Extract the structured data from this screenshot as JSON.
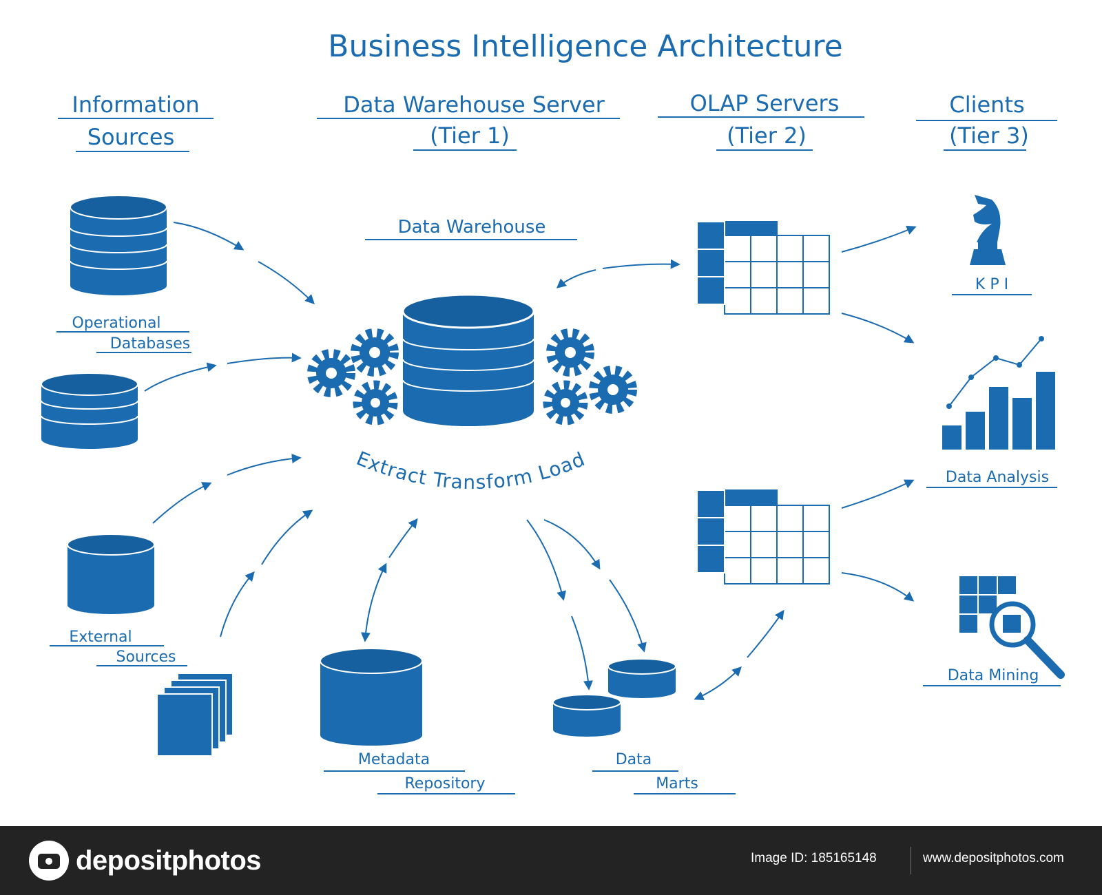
{
  "title": "Business Intelligence Architecture",
  "columns": {
    "sources": {
      "line1": "Information",
      "line2": "Sources"
    },
    "warehouse": {
      "line1": "Data Warehouse Server",
      "line2": "(Tier 1)"
    },
    "olap": {
      "line1": "OLAP Servers",
      "line2": "(Tier 2)"
    },
    "clients": {
      "line1": "Clients",
      "line2": "(Tier 3)"
    }
  },
  "labels": {
    "data_warehouse": "Data Warehouse",
    "operational_1": "Operational",
    "operational_2": "Databases",
    "external_1": "External",
    "external_2": "Sources",
    "etl": "Extract  Transform  Load",
    "metadata_1": "Metadata",
    "metadata_2": "Repository",
    "marts_1": "Data",
    "marts_2": "Marts",
    "kpi": "K P I",
    "data_analysis": "Data Analysis",
    "data_mining": "Data Mining"
  },
  "footer": {
    "brand": "depositphotos",
    "image_id": "Image ID: 185165148",
    "site": "www.depositphotos.com"
  },
  "colors": {
    "accent": "#1a6bb0",
    "footer_bg": "#232323"
  },
  "icons": [
    "database-icon",
    "gear-icon",
    "olap-cube-icon",
    "chess-knight-icon",
    "bar-chart-icon",
    "magnifier-icon",
    "documents-icon"
  ]
}
